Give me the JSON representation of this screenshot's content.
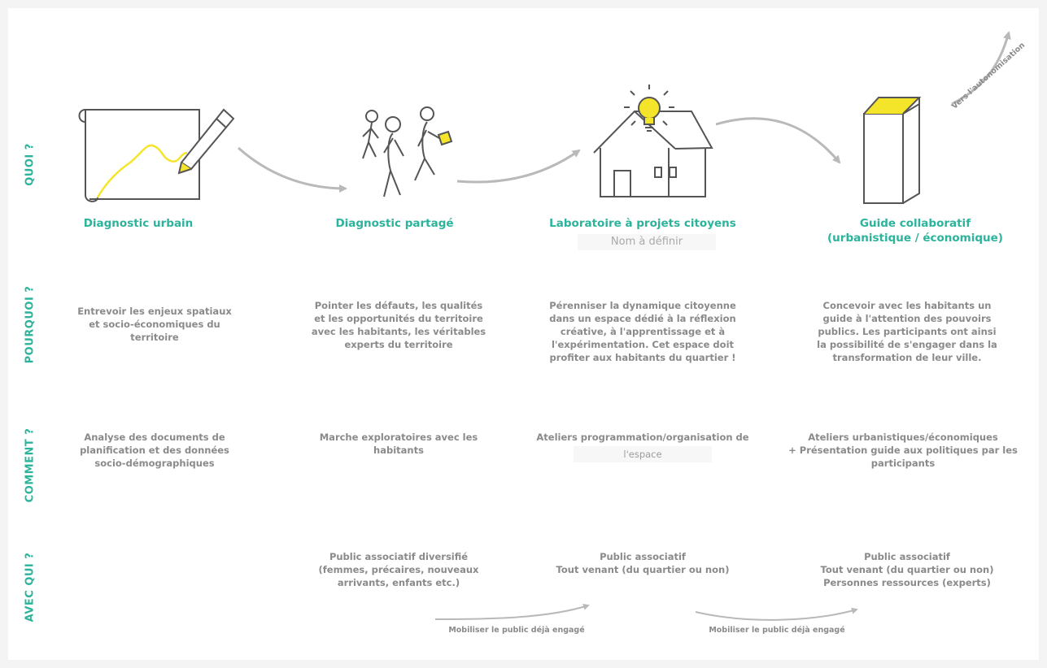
{
  "rows": {
    "quoi": "QUOI ?",
    "pourquoi": "POURQUOI ?",
    "comment": "COMMENT ?",
    "avec_qui": "AVEC QUI ?"
  },
  "steps": [
    {
      "title_lines": [
        "Diagnostic urbain"
      ],
      "pourquoi": [
        "Entrevoir les enjeux spatiaux",
        "et socio-économiques du",
        "territoire"
      ],
      "comment": [
        "Analyse des documents de",
        "planification et des données",
        "socio-démographiques"
      ],
      "avec_qui": []
    },
    {
      "title_lines": [
        "Diagnostic partagé"
      ],
      "pourquoi": [
        "Pointer les défauts, les qualités",
        "et les opportunités du territoire",
        "avec les habitants, les véritables",
        "experts du territoire"
      ],
      "comment": [
        "Marche exploratoires avec les",
        "habitants"
      ],
      "avec_qui": [
        "Public associatif diversifié",
        "(femmes, précaires, nouveaux",
        "arrivants, enfants etc.)"
      ]
    },
    {
      "title_lines": [
        "Laboratoire à projets citoyens"
      ],
      "subtitle": "Nom à définir",
      "pourquoi": [
        "Pérenniser la dynamique citoyenne",
        "dans un espace dédié à la réflexion",
        "créative, à l'apprentissage et à",
        "l'expérimentation. Cet espace doit",
        "profiter aux habitants du quartier !"
      ],
      "comment": [
        "Ateliers programmation/organisation de",
        "l'espace"
      ],
      "avec_qui": [
        "Public associatif",
        "Tout venant (du quartier ou non)"
      ]
    },
    {
      "title_lines": [
        "Guide collaboratif",
        "(urbanistique / économique)"
      ],
      "pourquoi": [
        "Concevoir avec les habitants un",
        "guide à l'attention des pouvoirs",
        "publics. Les participants ont ainsi",
        "la possibilité de s'engager dans la",
        "transformation de leur ville."
      ],
      "comment": [
        "Ateliers urbanistiques/économiques",
        "+ Présentation guide aux politiques par les",
        "participants"
      ],
      "avec_qui": [
        "Public associatif",
        "Tout venant (du quartier ou non)",
        "Personnes ressources (experts)"
      ]
    }
  ],
  "arrows": {
    "autonomy": "Vers l'autonomisation",
    "mobilize_1": "Mobiliser le public déjà engagé",
    "mobilize_2": "Mobiliser le public déjà engagé"
  },
  "colors": {
    "accent": "#2bb39b",
    "highlight": "#f5e52a",
    "text_gray": "#8a8a8a",
    "arrow_gray": "#b9b9b9",
    "icon_stroke": "#555555"
  },
  "icons": [
    "map-drawing-icon",
    "walking-people-icon",
    "house-lightbulb-icon",
    "book-icon"
  ]
}
